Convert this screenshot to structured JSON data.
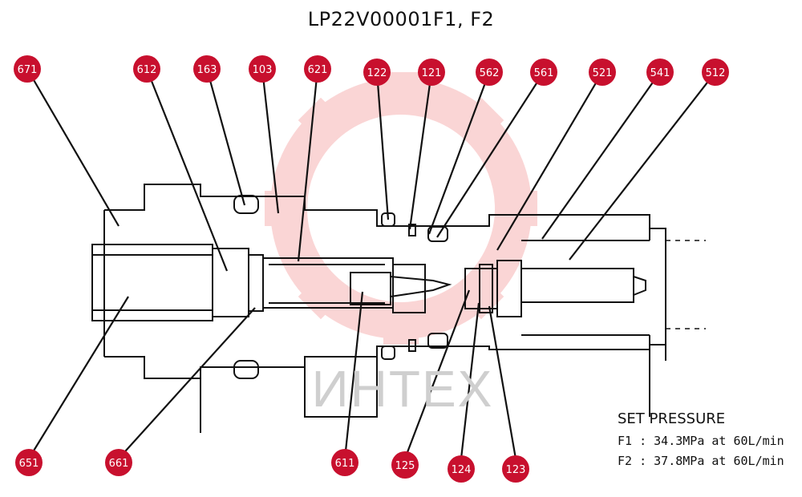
{
  "title": "LP22V00001F1, F2",
  "watermark": "ИНТЕХ",
  "callouts": [
    "671",
    "612",
    "163",
    "103",
    "621",
    "122",
    "121",
    "562",
    "561",
    "521",
    "541",
    "512",
    "651",
    "661",
    "611",
    "125",
    "124",
    "123"
  ],
  "notes": {
    "heading": "SET PRESSURE",
    "lines": [
      "F1 : 34.3MPa  at  60L/min",
      "F2 : 37.8MPa  at  60L/min"
    ]
  },
  "colors": {
    "badge": "#c8102e",
    "badge_text": "#ffffff",
    "line": "#111111",
    "watermark": "#f2a0a0"
  }
}
